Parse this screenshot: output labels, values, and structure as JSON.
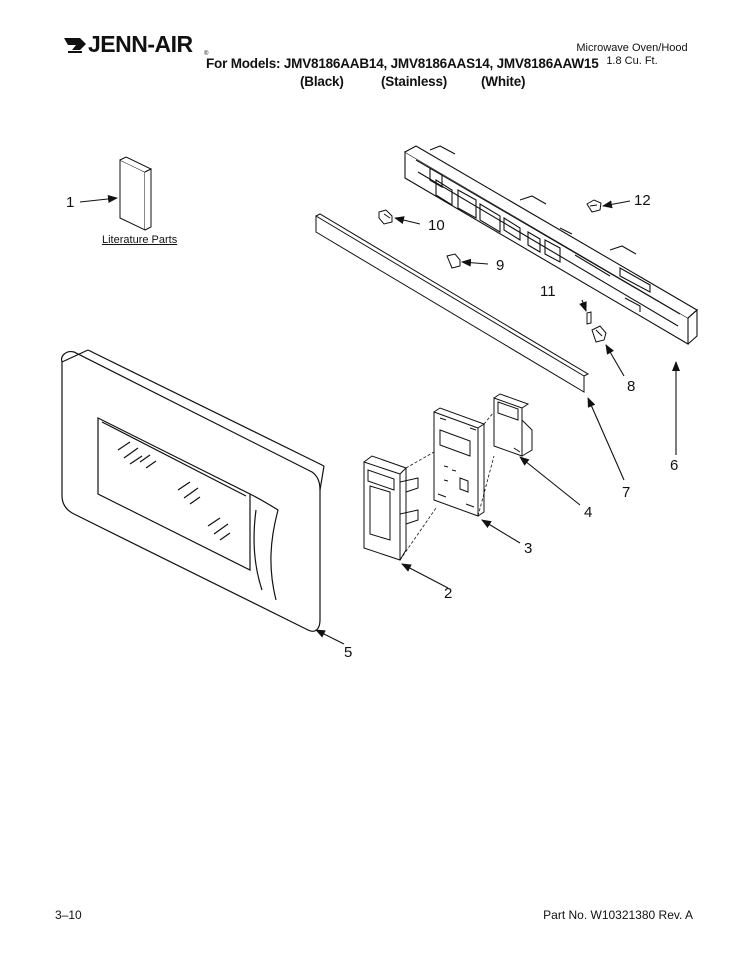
{
  "header": {
    "brand": "JENN-AIR",
    "models_title": "For Models: JMV8186AAB14, JMV8186AAS14, JMV8186AAW15",
    "finishes": [
      "(Black)",
      "(Stainless)",
      "(White)"
    ],
    "product_name": "Microwave Oven/Hood",
    "product_capacity": "1.8 Cu. Ft."
  },
  "diagram": {
    "literature_label": "Literature Parts",
    "callouts": [
      "1",
      "2",
      "3",
      "4",
      "5",
      "6",
      "7",
      "8",
      "9",
      "10",
      "11",
      "12"
    ]
  },
  "footer": {
    "page_number": "3–10",
    "part_number": "Part No. W10321380 Rev. A"
  }
}
